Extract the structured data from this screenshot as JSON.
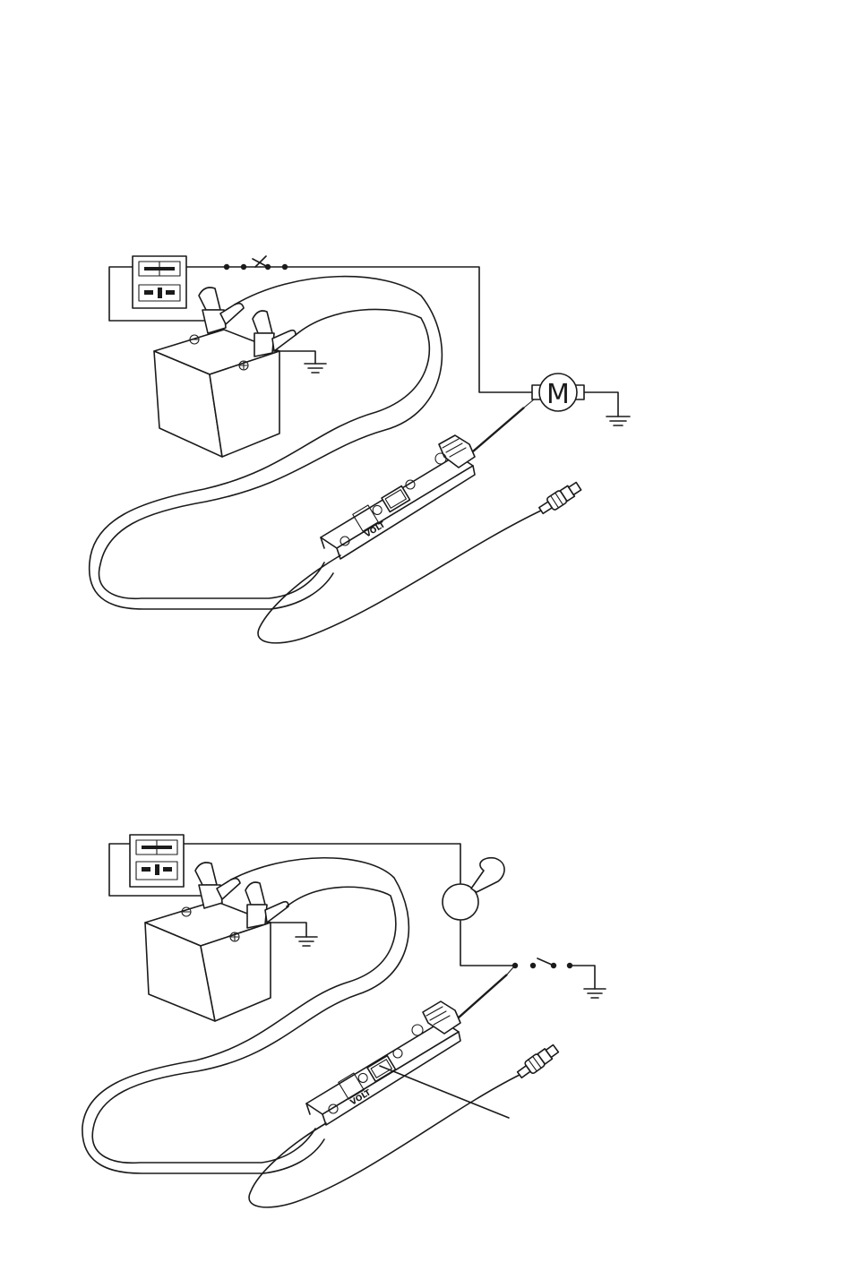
{
  "diagrams": [
    {
      "id": "motor-test",
      "load_symbol_text": "M"
    },
    {
      "id": "horn-test"
    }
  ],
  "tester": {
    "volt_label": "VOLT"
  },
  "colors": {
    "line": "#1b1b1b",
    "background": "#ffffff"
  },
  "icons": [
    "battery-icon",
    "fuse-switch-box-icon",
    "switch-icon",
    "motor-icon",
    "horn-icon",
    "ground-icon",
    "circuit-tester-icon",
    "plug-icon"
  ]
}
